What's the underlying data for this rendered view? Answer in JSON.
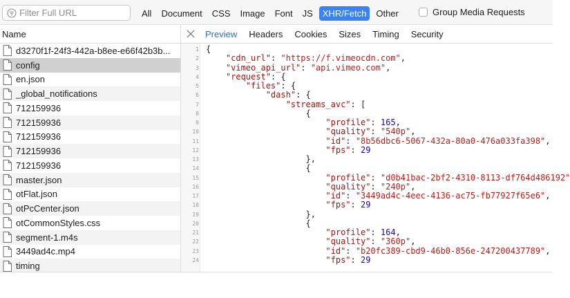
{
  "filter": {
    "placeholder": "Filter Full URL",
    "value": ""
  },
  "type_tabs": [
    {
      "label": "All",
      "active": false
    },
    {
      "label": "Document",
      "active": false
    },
    {
      "label": "CSS",
      "active": false
    },
    {
      "label": "Image",
      "active": false
    },
    {
      "label": "Font",
      "active": false
    },
    {
      "label": "JS",
      "active": false
    },
    {
      "label": "XHR/Fetch",
      "active": true
    },
    {
      "label": "Other",
      "active": false
    }
  ],
  "group_media": {
    "label": "Group Media Requests",
    "checked": false
  },
  "list": {
    "header": "Name",
    "items": [
      {
        "name": "d3270f1f-24f3-442a-b8ee-e66f42b3b...",
        "selected": false
      },
      {
        "name": "config",
        "selected": true
      },
      {
        "name": "en.json",
        "selected": false
      },
      {
        "name": "_global_notifications",
        "selected": false
      },
      {
        "name": "712159936",
        "selected": false
      },
      {
        "name": "712159936",
        "selected": false
      },
      {
        "name": "712159936",
        "selected": false
      },
      {
        "name": "712159936",
        "selected": false
      },
      {
        "name": "712159936",
        "selected": false
      },
      {
        "name": "master.json",
        "selected": false
      },
      {
        "name": "otFlat.json",
        "selected": false
      },
      {
        "name": "otPcCenter.json",
        "selected": false
      },
      {
        "name": "otCommonStyles.css",
        "selected": false
      },
      {
        "name": "segment-1.m4s",
        "selected": false
      },
      {
        "name": "3449ad4c.mp4",
        "selected": false
      },
      {
        "name": "timing",
        "selected": false
      }
    ]
  },
  "detail_tabs": [
    {
      "label": "Preview",
      "active": true
    },
    {
      "label": "Headers",
      "active": false
    },
    {
      "label": "Cookies",
      "active": false
    },
    {
      "label": "Sizes",
      "active": false
    },
    {
      "label": "Timing",
      "active": false
    },
    {
      "label": "Security",
      "active": false
    }
  ],
  "code_lines": [
    [
      [
        "p",
        "{"
      ]
    ],
    [
      [
        "p",
        "    "
      ],
      [
        "k",
        "\"cdn_url\""
      ],
      [
        "p",
        ": "
      ],
      [
        "s",
        "\"https://f.vimeocdn.com\""
      ],
      [
        "p",
        ","
      ]
    ],
    [
      [
        "p",
        "    "
      ],
      [
        "k",
        "\"vimeo_api_url\""
      ],
      [
        "p",
        ": "
      ],
      [
        "s",
        "\"api.vimeo.com\""
      ],
      [
        "p",
        ","
      ]
    ],
    [
      [
        "p",
        "    "
      ],
      [
        "k",
        "\"request\""
      ],
      [
        "p",
        ": {"
      ]
    ],
    [
      [
        "p",
        "        "
      ],
      [
        "k",
        "\"files\""
      ],
      [
        "p",
        ": {"
      ]
    ],
    [
      [
        "p",
        "            "
      ],
      [
        "k",
        "\"dash\""
      ],
      [
        "p",
        ": {"
      ]
    ],
    [
      [
        "p",
        "                "
      ],
      [
        "k",
        "\"streams_avc\""
      ],
      [
        "p",
        ": ["
      ]
    ],
    [
      [
        "p",
        "                    {"
      ]
    ],
    [
      [
        "p",
        "                        "
      ],
      [
        "k",
        "\"profile\""
      ],
      [
        "p",
        ": "
      ],
      [
        "n",
        "165"
      ],
      [
        "p",
        ","
      ]
    ],
    [
      [
        "p",
        "                        "
      ],
      [
        "k",
        "\"quality\""
      ],
      [
        "p",
        ": "
      ],
      [
        "s",
        "\"540p\""
      ],
      [
        "p",
        ","
      ]
    ],
    [
      [
        "p",
        "                        "
      ],
      [
        "k",
        "\"id\""
      ],
      [
        "p",
        ": "
      ],
      [
        "s",
        "\"8b56dbc6-5067-432a-80a0-476a033fa398\""
      ],
      [
        "p",
        ","
      ]
    ],
    [
      [
        "p",
        "                        "
      ],
      [
        "k",
        "\"fps\""
      ],
      [
        "p",
        ": "
      ],
      [
        "n",
        "29"
      ]
    ],
    [
      [
        "p",
        "                    },"
      ]
    ],
    [
      [
        "p",
        "                    {"
      ]
    ],
    [
      [
        "p",
        "                        "
      ],
      [
        "k",
        "\"profile\""
      ],
      [
        "p",
        ": "
      ],
      [
        "s",
        "\"d0b41bac-2bf2-4310-8113-df764d486192\""
      ]
    ],
    [
      [
        "p",
        "                        "
      ],
      [
        "k",
        "\"quality\""
      ],
      [
        "p",
        ": "
      ],
      [
        "s",
        "\"240p\""
      ],
      [
        "p",
        ","
      ]
    ],
    [
      [
        "p",
        "                        "
      ],
      [
        "k",
        "\"id\""
      ],
      [
        "p",
        ": "
      ],
      [
        "s",
        "\"3449ad4c-4eec-4136-ac75-fb77927f65e6\""
      ],
      [
        "p",
        ","
      ]
    ],
    [
      [
        "p",
        "                        "
      ],
      [
        "k",
        "\"fps\""
      ],
      [
        "p",
        ": "
      ],
      [
        "n",
        "29"
      ]
    ],
    [
      [
        "p",
        "                    },"
      ]
    ],
    [
      [
        "p",
        "                    {"
      ]
    ],
    [
      [
        "p",
        "                        "
      ],
      [
        "k",
        "\"profile\""
      ],
      [
        "p",
        ": "
      ],
      [
        "n",
        "164"
      ],
      [
        "p",
        ","
      ]
    ],
    [
      [
        "p",
        "                        "
      ],
      [
        "k",
        "\"quality\""
      ],
      [
        "p",
        ": "
      ],
      [
        "s",
        "\"360p\""
      ],
      [
        "p",
        ","
      ]
    ],
    [
      [
        "p",
        "                        "
      ],
      [
        "k",
        "\"id\""
      ],
      [
        "p",
        ": "
      ],
      [
        "s",
        "\"b20fc389-cbd9-46b0-856e-247200437789\""
      ],
      [
        "p",
        ","
      ]
    ],
    [
      [
        "p",
        "                        "
      ],
      [
        "k",
        "\"fps\""
      ],
      [
        "p",
        ": "
      ],
      [
        "n",
        "29"
      ]
    ]
  ],
  "icons": {
    "filter": "filter-icon",
    "document": "document-icon",
    "close": "close-icon"
  },
  "colors": {
    "accent": "#3b82f6",
    "active_tab_text": "#1a73e8",
    "json_key": "#a31515",
    "json_string": "#c41a16",
    "json_number": "#1c00cf",
    "selected_row": "#d0d0d0"
  }
}
